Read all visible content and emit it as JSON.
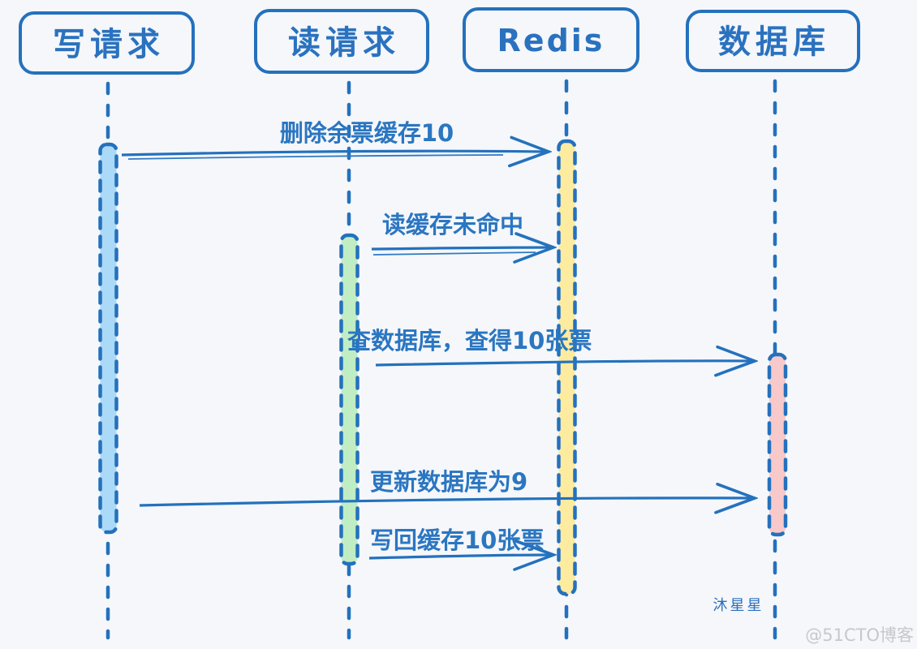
{
  "diagram": {
    "type": "sequence-diagram",
    "background_color": "#f5f7fa",
    "stroke_color": "#2471bd",
    "text_color": "#2b76c1"
  },
  "participants": [
    {
      "id": "write-request",
      "label": "写请求"
    },
    {
      "id": "read-request",
      "label": "读请求"
    },
    {
      "id": "redis",
      "label": "Redis"
    },
    {
      "id": "database",
      "label": "数据库"
    }
  ],
  "activations": [
    {
      "participant": "write-request",
      "color": "#abd9f8"
    },
    {
      "participant": "read-request",
      "color": "#c0edc4"
    },
    {
      "participant": "redis",
      "color": "#fdeb9f"
    },
    {
      "participant": "database",
      "color": "#f8c9ca"
    }
  ],
  "messages": [
    {
      "from": "write-request",
      "to": "redis",
      "label": "删除余票缓存10"
    },
    {
      "from": "read-request",
      "to": "redis",
      "label": "读缓存未命中"
    },
    {
      "from": "read-request",
      "to": "database",
      "label": "查数据库，查得10张票"
    },
    {
      "from": "write-request",
      "to": "database",
      "label": "更新数据库为9"
    },
    {
      "from": "read-request",
      "to": "redis",
      "label": "写回缓存10张票"
    }
  ],
  "watermarks": {
    "author": "沐星星",
    "site": "@51CTO博客"
  }
}
